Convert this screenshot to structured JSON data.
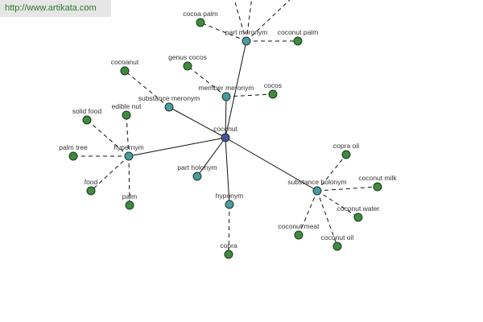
{
  "banner": {
    "url_text": "http://www.artikata.com"
  },
  "colors": {
    "root": "#4b4fa0",
    "relation": "#4a9aa2",
    "leaf": "#3f8a3f"
  },
  "graph": {
    "root": "coconut",
    "relations": [
      {
        "id": "part_meronym",
        "label": "part meronym",
        "leaves": [
          "cocoa palm",
          "coconut palm"
        ]
      },
      {
        "id": "member_meronym",
        "label": "member meronym",
        "leaves": [
          "genus cocos",
          "cocos"
        ]
      },
      {
        "id": "substance_meronym",
        "label": "substance meronym",
        "leaves": [
          "cocoanut"
        ]
      },
      {
        "id": "hypernym",
        "label": "hypernym",
        "leaves": [
          "solid food",
          "edible nut",
          "palm tree",
          "food",
          "palm"
        ]
      },
      {
        "id": "part_holonym",
        "label": "part holonym",
        "leaves": []
      },
      {
        "id": "hyponym",
        "label": "hyponym",
        "leaves": [
          "copra"
        ]
      },
      {
        "id": "substance_holonym",
        "label": "substance holonym",
        "leaves": [
          "copra oil",
          "coconut milk",
          "coconut water",
          "coconut oil",
          "coconut meat"
        ]
      }
    ]
  }
}
